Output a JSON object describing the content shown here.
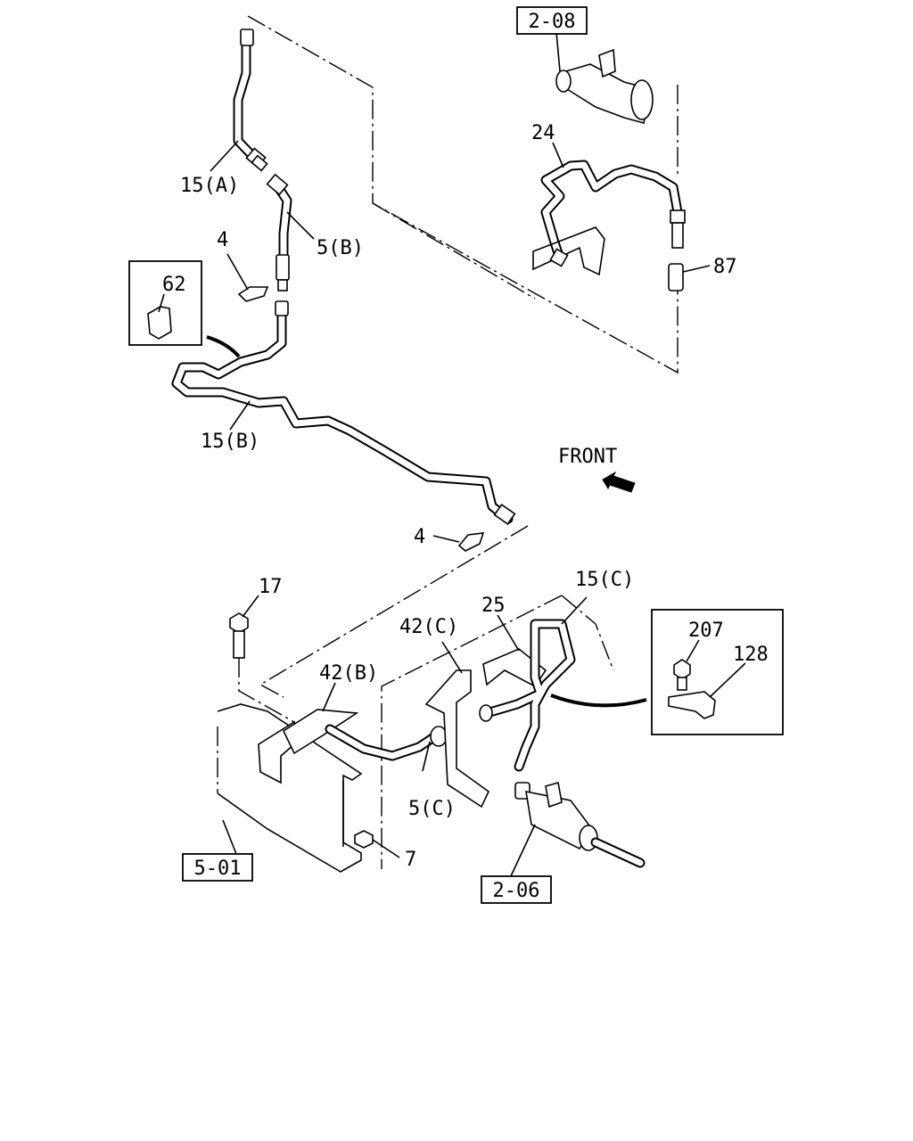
{
  "references": {
    "ref_208": "2-08",
    "ref_501": "5-01",
    "ref_206": "2-06"
  },
  "callouts": {
    "c_15a": "15(A)",
    "c_5b": "5(B)",
    "c_4_top": "4",
    "c_62": "62",
    "c_24": "24",
    "c_87": "87",
    "c_15b": "15(B)",
    "c_front": "FRONT",
    "c_4_mid": "4",
    "c_17": "17",
    "c_15c": "15(C)",
    "c_25": "25",
    "c_42c": "42(C)",
    "c_42b": "42(B)",
    "c_207": "207",
    "c_128": "128",
    "c_5c": "5(C)",
    "c_7": "7"
  }
}
